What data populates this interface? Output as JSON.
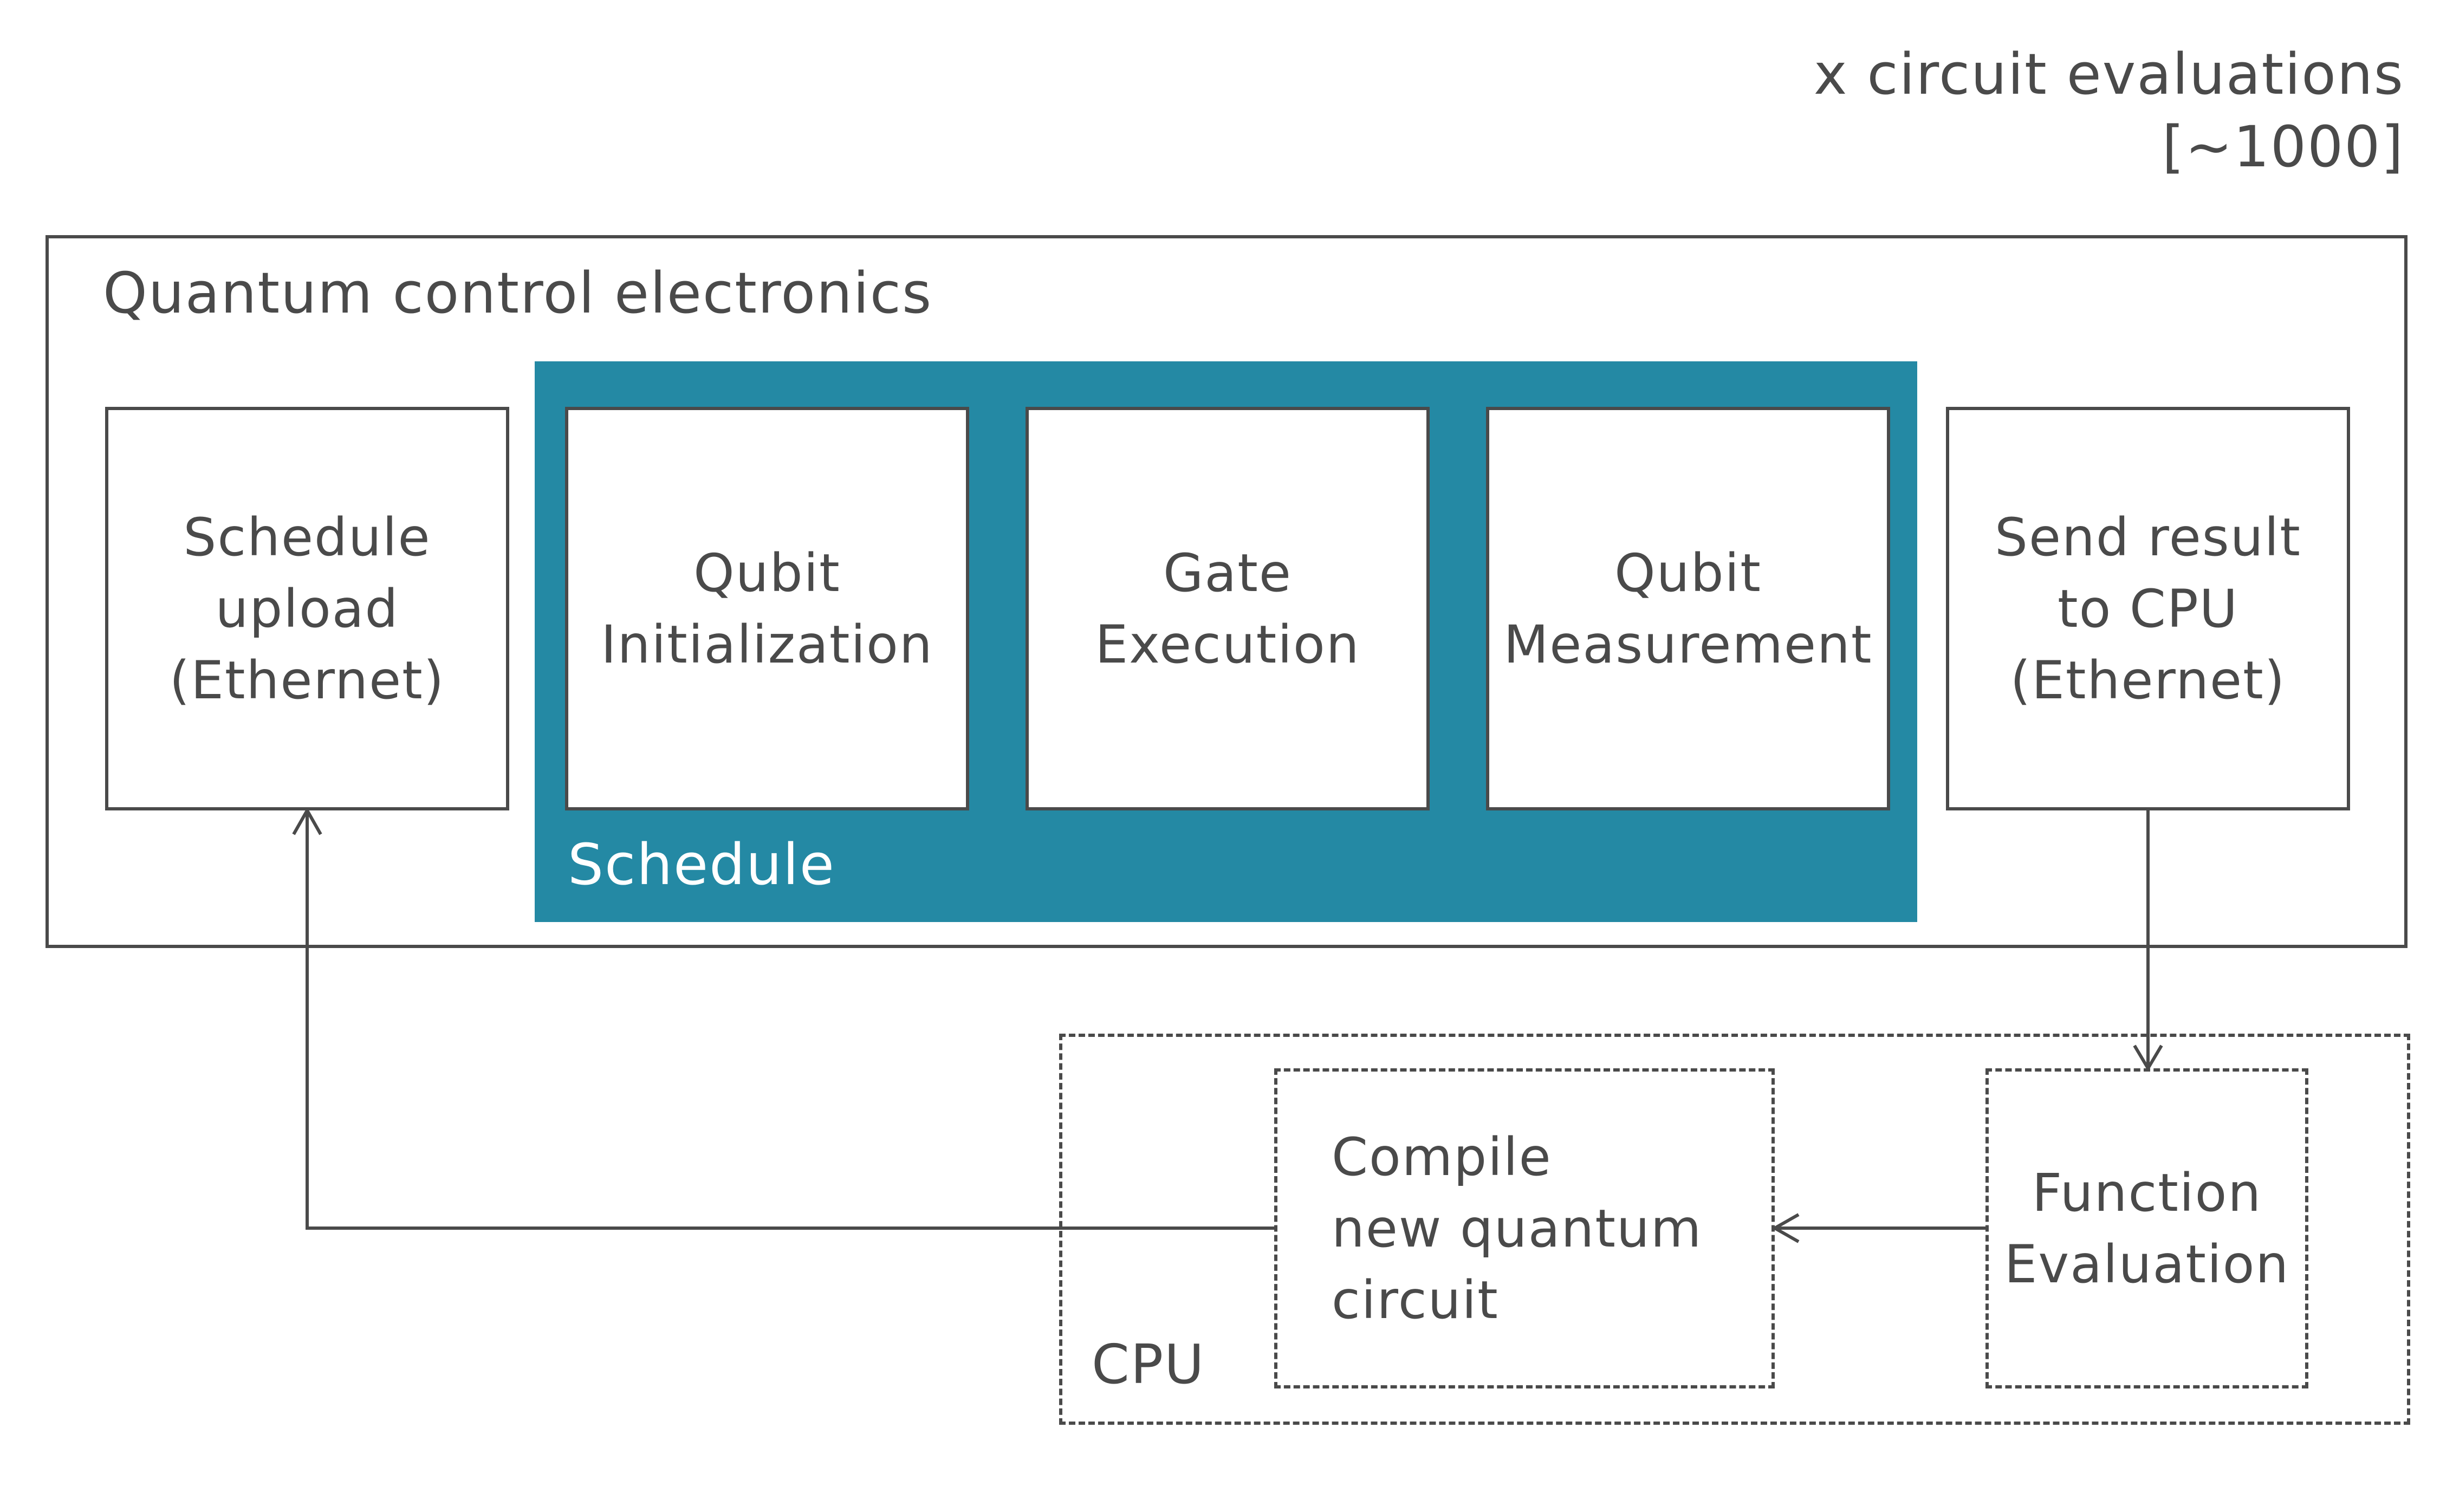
{
  "note": {
    "lines": "x circuit evaluations\n[~1000]"
  },
  "electronics": {
    "label": "Quantum control electronics",
    "upload": "Schedule\nupload\n(Ethernet)",
    "send": "Send result\nto CPU\n(Ethernet)"
  },
  "schedule": {
    "label": "Schedule",
    "steps": [
      "Qubit\nInitialization",
      "Gate\nExecution",
      "Qubit\nMeasurement"
    ]
  },
  "cpu": {
    "label": "CPU",
    "compile": "Compile\nnew quantum\ncircuit",
    "evaluate": "Function\nEvaluation"
  },
  "colors": {
    "schedule_fill": "#2489a4",
    "stroke": "#4a4a4a"
  }
}
